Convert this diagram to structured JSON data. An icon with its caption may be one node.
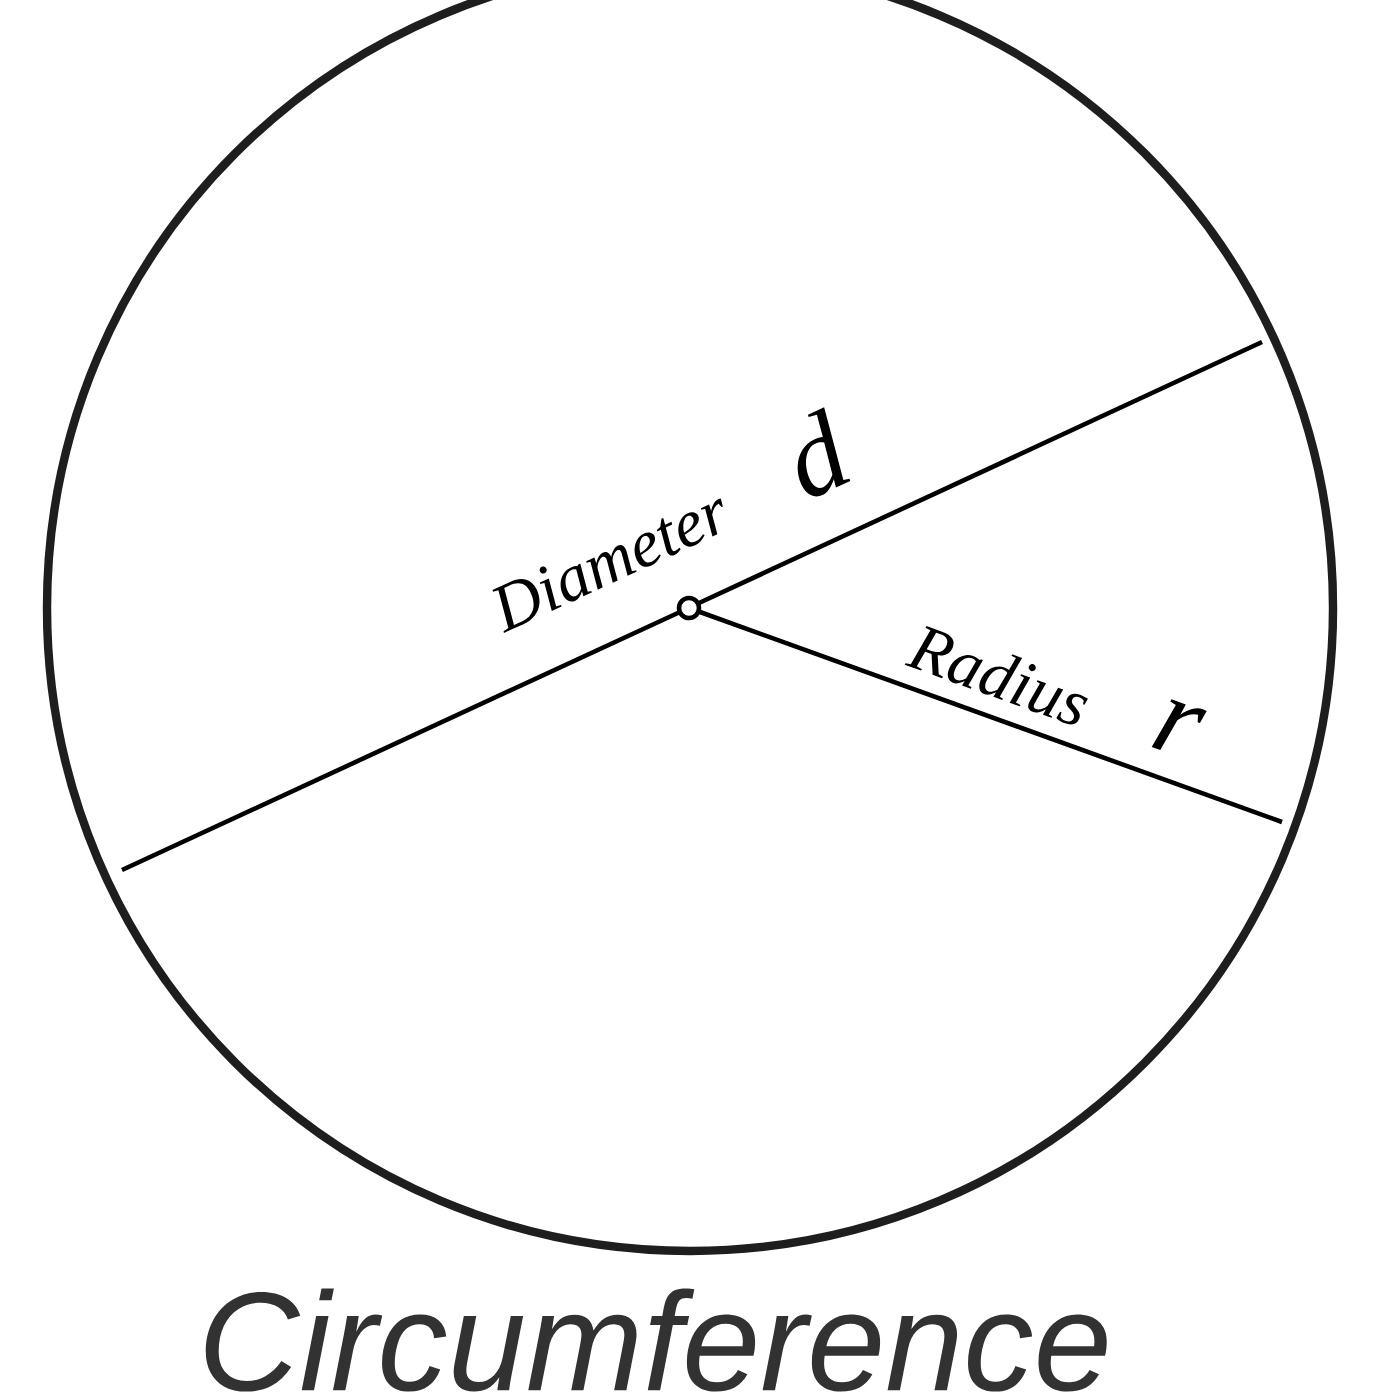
{
  "diagram": {
    "caption": "Circumference",
    "labels": [
      "Diameter",
      "d",
      "Radius",
      "r"
    ]
  }
}
